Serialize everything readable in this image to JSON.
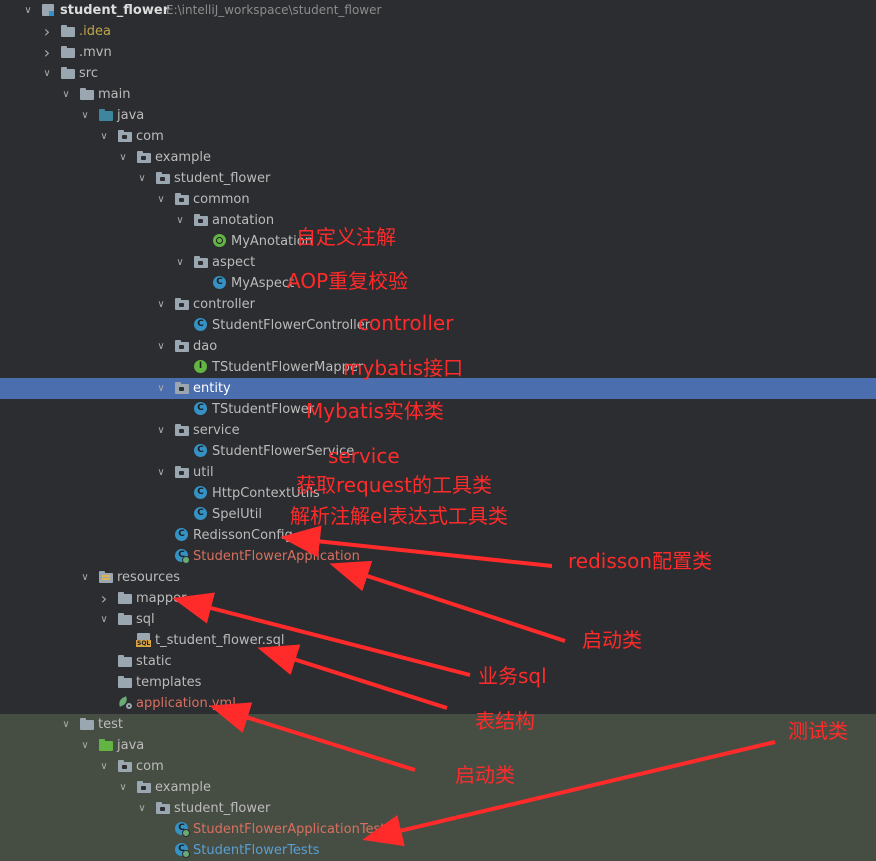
{
  "project_tree": {
    "root": {
      "name": "student_flower",
      "path": "E:\\intelliJ_workspace\\student_flower"
    },
    "rows": [
      {
        "label": "student_flower",
        "path": "E:\\intelliJ_workspace\\student_flower",
        "icon": "module-folder-icon",
        "chevron": "expanded",
        "bold": true
      },
      {
        "label": ".idea",
        "icon": "folder-icon",
        "chevron": "collapsed",
        "color": "#c0a54b"
      },
      {
        "label": ".mvn",
        "icon": "folder-icon",
        "chevron": "collapsed"
      },
      {
        "label": "src",
        "icon": "folder-icon",
        "chevron": "expanded"
      },
      {
        "label": "main",
        "icon": "folder-icon",
        "chevron": "expanded"
      },
      {
        "label": "java",
        "icon": "source-folder-icon",
        "chevron": "expanded"
      },
      {
        "label": "com",
        "icon": "package-icon",
        "chevron": "expanded"
      },
      {
        "label": "example",
        "icon": "package-icon",
        "chevron": "expanded"
      },
      {
        "label": "student_flower",
        "icon": "package-icon",
        "chevron": "expanded"
      },
      {
        "label": "common",
        "icon": "package-icon",
        "chevron": "expanded"
      },
      {
        "label": "anotation",
        "icon": "package-icon",
        "chevron": "expanded"
      },
      {
        "label": "MyAnotation",
        "icon": "annotation-icon",
        "chevron": "none"
      },
      {
        "label": "aspect",
        "icon": "package-icon",
        "chevron": "expanded"
      },
      {
        "label": "MyAspect",
        "icon": "class-icon",
        "chevron": "none"
      },
      {
        "label": "controller",
        "icon": "package-icon",
        "chevron": "expanded"
      },
      {
        "label": "StudentFlowerController",
        "icon": "class-icon",
        "chevron": "none"
      },
      {
        "label": "dao",
        "icon": "package-icon",
        "chevron": "expanded"
      },
      {
        "label": "TStudentFlowerMapper",
        "icon": "interface-icon",
        "chevron": "none"
      },
      {
        "label": "entity",
        "icon": "package-icon",
        "chevron": "expanded",
        "selected": true
      },
      {
        "label": "TStudentFlower",
        "icon": "class-icon",
        "chevron": "none"
      },
      {
        "label": "service",
        "icon": "package-icon",
        "chevron": "expanded"
      },
      {
        "label": "StudentFlowerService",
        "icon": "class-icon",
        "chevron": "none"
      },
      {
        "label": "util",
        "icon": "package-icon",
        "chevron": "expanded"
      },
      {
        "label": "HttpContextUtils",
        "icon": "class-icon",
        "chevron": "none"
      },
      {
        "label": "SpelUtil",
        "icon": "class-icon",
        "chevron": "none"
      },
      {
        "label": "RedissonConfig",
        "icon": "class-icon",
        "chevron": "none"
      },
      {
        "label": "StudentFlowerApplication",
        "icon": "spring-boot-class-icon",
        "chevron": "none",
        "color": "#d9705f"
      },
      {
        "label": "resources",
        "icon": "resources-folder-icon",
        "chevron": "expanded"
      },
      {
        "label": "mapper",
        "icon": "folder-icon",
        "chevron": "collapsed"
      },
      {
        "label": "sql",
        "icon": "folder-icon",
        "chevron": "expanded"
      },
      {
        "label": "t_student_flower.sql",
        "icon": "sql-file-icon",
        "chevron": "none"
      },
      {
        "label": "static",
        "icon": "folder-icon",
        "chevron": "none"
      },
      {
        "label": "templates",
        "icon": "folder-icon",
        "chevron": "none"
      },
      {
        "label": "application.yml",
        "icon": "spring-yaml-icon",
        "chevron": "none",
        "color": "#d9705f"
      },
      {
        "label": "test",
        "icon": "folder-icon",
        "chevron": "expanded"
      },
      {
        "label": "java",
        "icon": "test-source-folder-icon",
        "chevron": "expanded"
      },
      {
        "label": "com",
        "icon": "package-icon",
        "chevron": "expanded"
      },
      {
        "label": "example",
        "icon": "package-icon",
        "chevron": "expanded"
      },
      {
        "label": "student_flower",
        "icon": "package-icon",
        "chevron": "expanded"
      },
      {
        "label": "StudentFlowerApplicationTests",
        "icon": "spring-boot-class-icon",
        "chevron": "none",
        "color": "#d9705f"
      },
      {
        "label": "StudentFlowerTests",
        "icon": "spring-boot-class-icon",
        "chevron": "none",
        "color": "#5a9fd4"
      }
    ]
  },
  "annotations": {
    "my_anotation": "自定义注解",
    "my_aspect": "AOP重复校验",
    "controller": "controller",
    "mapper": "mybatis接口",
    "entity": "Mybatis实体类",
    "service": "service",
    "http_context_utils": "获取request的工具类",
    "spel_util": "解析注解el表达式工具类",
    "redisson_config": "redisson配置类",
    "startup_class": "启动类",
    "business_sql": "业务sql",
    "table_structure": "表结构",
    "startup_class_2": "启动类",
    "test_class": "测试类"
  },
  "colors": {
    "background": "#2b2d30",
    "selection": "#4b6eaf",
    "test_region": "#464e43",
    "annotation_red": "#ff2b2b",
    "text": "#bbbbbb"
  }
}
